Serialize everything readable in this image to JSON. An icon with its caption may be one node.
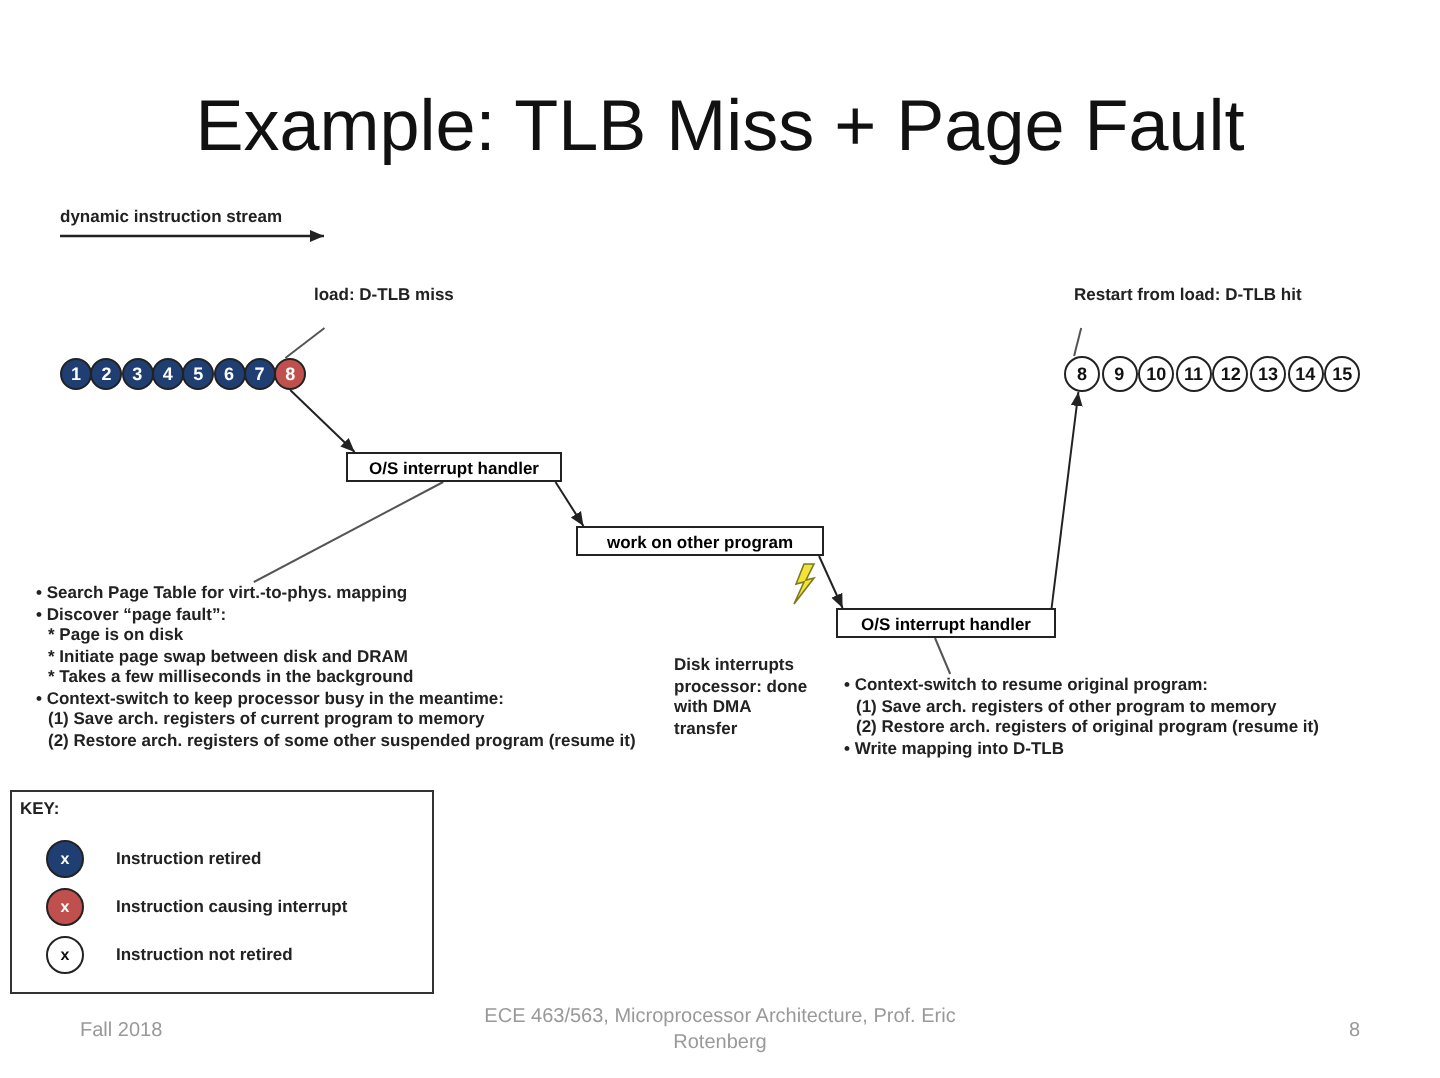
{
  "diagram": {
    "title": "Example: TLB Miss + Page Fault",
    "nodes": [
      {
        "text": [
          "1"
        ]
      },
      {
        "text": [
          "2"
        ]
      },
      {
        "text": [
          "3"
        ]
      },
      {
        "text": [
          "4"
        ]
      },
      {
        "text": [
          "5"
        ]
      },
      {
        "text": [
          "6"
        ]
      },
      {
        "text": [
          "7"
        ]
      },
      {
        "text": [
          "8"
        ]
      },
      {
        "text": [
          "O/S interrupt handler"
        ]
      },
      {
        "text": [
          "work on other program"
        ]
      },
      {
        "text": [
          "O/S interrupt handler"
        ]
      },
      {
        "text": [
          "8"
        ]
      },
      {
        "text": [
          "9"
        ]
      },
      {
        "text": [
          "10"
        ]
      },
      {
        "text": [
          "11"
        ]
      },
      {
        "text": [
          "12"
        ]
      },
      {
        "text": [
          "13"
        ]
      },
      {
        "text": [
          "14"
        ]
      },
      {
        "text": [
          "15"
        ]
      },
      {
        "text": [
          "load: D-TLB miss"
        ]
      },
      {
        "text": [
          "Restart from load: D-TLB hit"
        ]
      },
      {
        "text": [
          "• Search Page Table for virt.-to-phys. mapping",
          "• Discover “page fault”:",
          "* Page is on disk",
          "* Initiate page swap between disk and DRAM",
          "* Takes a few milliseconds in the background",
          "• Context-switch to keep processor busy in the meantime:",
          "(1) Save arch. registers of current program to memory",
          "(2) Restore arch. registers of some other suspended program (resume it)"
        ]
      },
      {
        "text": [
          "• Context-switch to resume original program:",
          "(1) Save arch. registers of other program to memory",
          "(2) Restore arch. registers of original program (resume it)",
          "• Write mapping into D-TLB"
        ]
      }
    ],
    "edges": [
      {
        "from": 7,
        "to": 8,
        "arrow": "to"
      },
      {
        "from": 8,
        "to": 9,
        "arrow": "to"
      },
      {
        "from": 9,
        "to": 10,
        "arrow": "to"
      },
      {
        "from": 10,
        "to": 11,
        "arrow": "to"
      },
      {
        "from": 19,
        "to": 7,
        "arrow": "none"
      },
      {
        "from": 20,
        "to": 11,
        "arrow": "none"
      },
      {
        "from": 8,
        "to": 21,
        "arrow": "none"
      },
      {
        "from": 10,
        "to": 22,
        "arrow": "none"
      }
    ],
    "labels": [
      "dynamic instruction stream",
      "Disk interrupts processor: done with DMA transfer",
      "KEY:",
      "x",
      "x",
      "x",
      "Fall 2018",
      "ECE 463/563, Microprocessor Architecture, Prof. Eric Rotenberg",
      "8"
    ],
    "legend": [
      {
        "text": "Instruction retired",
        "color": "#1f3f73"
      },
      {
        "text": "Instruction causing interrupt",
        "color": "#c0504d"
      },
      {
        "text": "Instruction not retired",
        "color": "#ffffff"
      }
    ]
  }
}
